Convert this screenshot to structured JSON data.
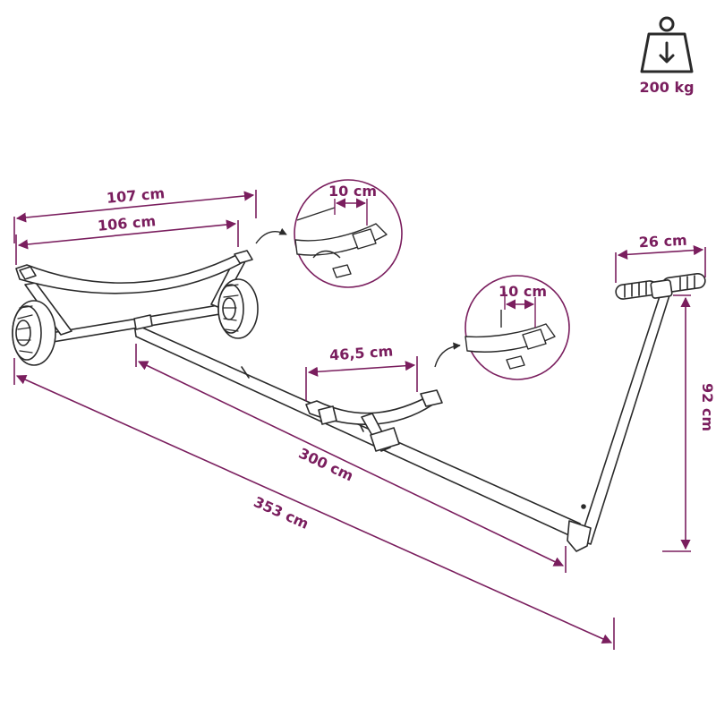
{
  "colors": {
    "accent": "#7a1e5e",
    "line": "#2a2a2a",
    "fill": "#ffffff"
  },
  "capacity": {
    "icon": "weight-icon",
    "label": "200 kg"
  },
  "dimensions": {
    "top_outer": "107 cm",
    "top_inner": "106 cm",
    "detail_1": "10 cm",
    "detail_2": "10 cm",
    "handle": "26 cm",
    "height": "92 cm",
    "support": "46,5 cm",
    "frame": "300 cm",
    "total": "353 cm"
  }
}
